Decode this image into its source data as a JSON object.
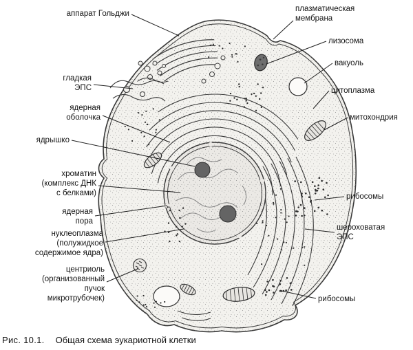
{
  "figure": {
    "caption_number": "Рис. 10.1.",
    "caption_text": "Общая схема эукариотной клетки"
  },
  "colors": {
    "ink": "#383838",
    "cell_fill": "#f3f2ee",
    "nucleus_fill": "#ebe9e5",
    "organelle_dark": "#6e6e6e",
    "background": "#ffffff"
  },
  "labels": {
    "left": [
      {
        "name": "golgi-apparatus",
        "text": "аппарат Гольджи"
      },
      {
        "name": "smooth-er",
        "text": "гладкая\nЭПС"
      },
      {
        "name": "nuclear-envelope",
        "text": "ядерная\nоболочка"
      },
      {
        "name": "nucleolus",
        "text": "ядрышко"
      },
      {
        "name": "chromatin",
        "text": "хроматин\n(комплекс ДНК\nс белками)"
      },
      {
        "name": "nuclear-pore",
        "text": "ядерная\nпора"
      },
      {
        "name": "nucleoplasm",
        "text": "нуклеоплазма\n(полужидкое\nсодержимое ядра)"
      },
      {
        "name": "centriole",
        "text": "центриоль\n(организованный\nпучок\nмикротрубочек)"
      }
    ],
    "right": [
      {
        "name": "plasma-membrane",
        "text": "плазматическая\nмембрана"
      },
      {
        "name": "lysosome",
        "text": "лизосома"
      },
      {
        "name": "vacuole",
        "text": "вакуоль"
      },
      {
        "name": "cytoplasm",
        "text": "цитоплазма"
      },
      {
        "name": "mitochondrion",
        "text": "митохондрия"
      },
      {
        "name": "ribosomes-upper",
        "text": "рибосомы"
      },
      {
        "name": "rough-er",
        "text": "шероховатая\nЭПС"
      },
      {
        "name": "ribosomes-lower",
        "text": "рибосомы"
      }
    ]
  }
}
